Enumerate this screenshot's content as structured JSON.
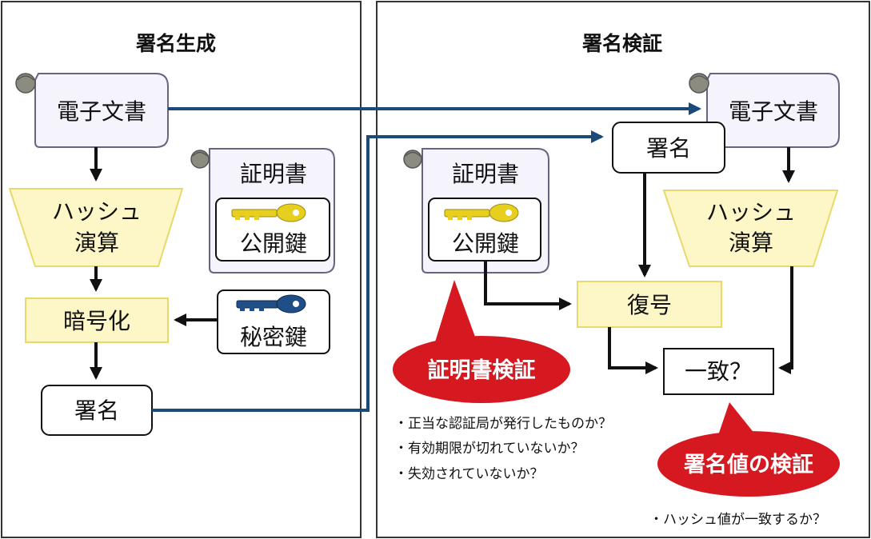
{
  "colors": {
    "frame": "#333333",
    "black_arrow": "#111111",
    "blue_arrow": "#1b4a7a",
    "doc_fill": "#f5f3fb",
    "doc_stroke": "#6a6280",
    "process_fill": "#fdf6c6",
    "process_stroke": "#e8d96a",
    "bubble_red": "#d61820",
    "gold_key": "#e6cf1f",
    "blue_key": "#1f4f86"
  },
  "left_panel": {
    "title": "署名生成",
    "document": "電子文書",
    "hash_line1": "ハッシュ",
    "hash_line2": "演算",
    "encrypt": "暗号化",
    "private_key": "秘密鍵",
    "certificate": "証明書",
    "public_key": "公開鍵",
    "signature": "署名"
  },
  "right_panel": {
    "title": "署名検証",
    "document": "電子文書",
    "signature": "署名",
    "certificate": "証明書",
    "public_key": "公開鍵",
    "hash_line1": "ハッシュ",
    "hash_line2": "演算",
    "decrypt": "復号",
    "match": "一致？",
    "cert_bubble": "証明書検証",
    "cert_checks": [
      "・正当な認証局が発行したものか？",
      "・有効期限が切れていないか？",
      "・失効されていないか？"
    ],
    "sig_bubble": "署名値の検証",
    "sig_checks": [
      "・ハッシュ値が一致するか？"
    ]
  }
}
